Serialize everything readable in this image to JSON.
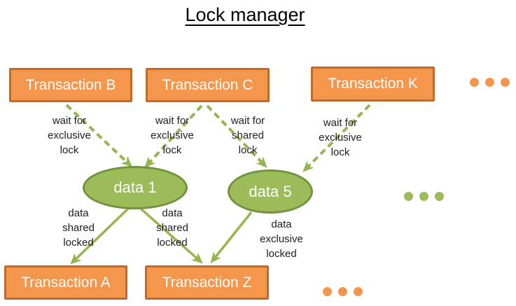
{
  "title": "Lock manager",
  "colors": {
    "background": "#FFFFFF",
    "orange_fill": "#F4964B",
    "orange_border": "#BE6B2C",
    "green_fill": "#9CBC59",
    "green_border": "#72923E",
    "arrow_green": "#95B54F",
    "node_text": "#FFFFFF",
    "label_text": "#1E1E1E",
    "title_text": "#000000"
  },
  "nodes": {
    "top": [
      {
        "id": "transaction-b",
        "label": "Transaction B"
      },
      {
        "id": "transaction-c",
        "label": "Transaction C"
      },
      {
        "id": "transaction-k",
        "label": "Transaction K"
      }
    ],
    "data": [
      {
        "id": "data-1",
        "label": "data 1"
      },
      {
        "id": "data-5",
        "label": "data 5"
      }
    ],
    "bottom": [
      {
        "id": "transaction-a",
        "label": "Transaction A"
      },
      {
        "id": "transaction-z",
        "label": "Transaction Z"
      }
    ]
  },
  "edges": [
    {
      "from": "Transaction B",
      "to": "data 1",
      "style": "dashed",
      "label": "wait for\nexclusive\nlock"
    },
    {
      "from": "Transaction C",
      "to": "data 1",
      "style": "dashed",
      "label": "wait for\nexclusive\nlock"
    },
    {
      "from": "Transaction C",
      "to": "data 5",
      "style": "dashed",
      "label": "wait for\nshared\nlock"
    },
    {
      "from": "Transaction K",
      "to": "data 5",
      "style": "dashed",
      "label": "wait for\nexclusive\nlock"
    },
    {
      "from": "data 1",
      "to": "Transaction A",
      "style": "solid",
      "label": "data\nshared\nlocked"
    },
    {
      "from": "data 1",
      "to": "Transaction Z",
      "style": "solid",
      "label": "data\nshared\nlocked"
    },
    {
      "from": "data 5",
      "to": "Transaction Z",
      "style": "solid",
      "label": "data\nexclusive\nlocked"
    }
  ],
  "icons": {
    "top_ellipsis": "ellipsis-dots-orange",
    "middle_ellipsis": "ellipsis-dots-green",
    "bottom_ellipsis": "ellipsis-dots-orange"
  }
}
